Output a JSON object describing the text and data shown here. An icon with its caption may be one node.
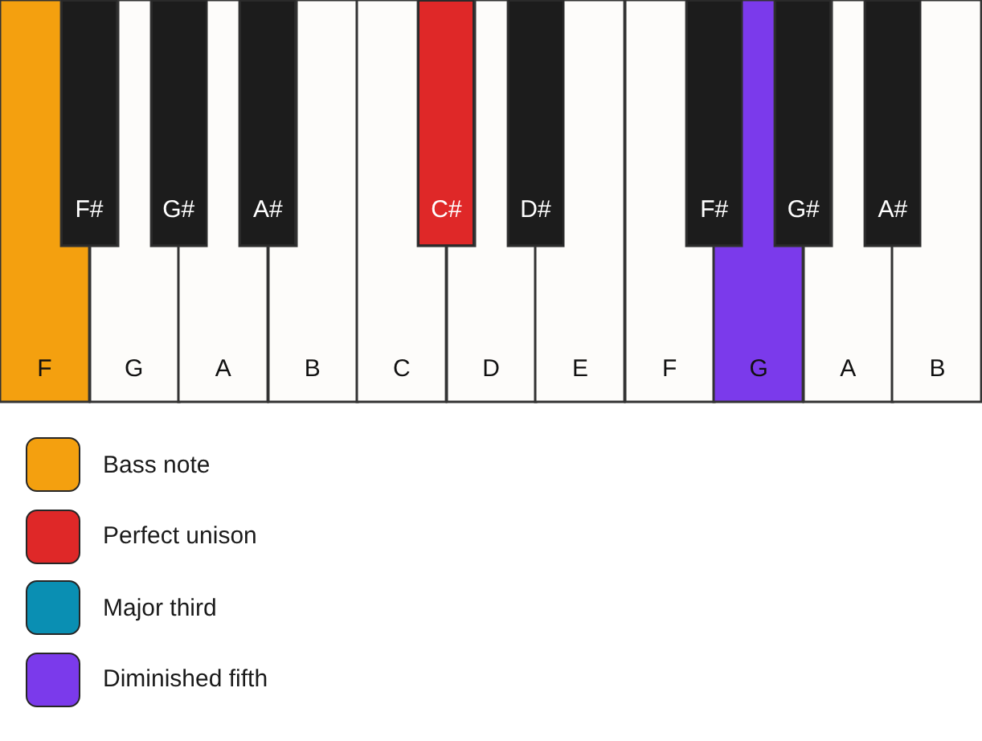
{
  "diagram": {
    "nodes": [
      {
        "text": [
          "F"
        ]
      },
      {
        "text": [
          "F#"
        ]
      },
      {
        "text": [
          "G"
        ]
      },
      {
        "text": [
          "G#"
        ]
      },
      {
        "text": [
          "A"
        ]
      },
      {
        "text": [
          "A#"
        ]
      },
      {
        "text": [
          "B"
        ]
      },
      {
        "text": [
          "C"
        ]
      },
      {
        "text": [
          "C#"
        ]
      },
      {
        "text": [
          "D"
        ]
      },
      {
        "text": [
          "D#"
        ]
      },
      {
        "text": [
          "E"
        ]
      },
      {
        "text": [
          "F"
        ]
      },
      {
        "text": [
          "F#"
        ]
      },
      {
        "text": [
          "G"
        ]
      },
      {
        "text": [
          "G#"
        ]
      },
      {
        "text": [
          "A"
        ]
      },
      {
        "text": [
          "A#"
        ]
      },
      {
        "text": [
          "B"
        ]
      }
    ],
    "legend": [
      {
        "text": "Bass note",
        "color": "#f4a00f"
      },
      {
        "text": "Perfect unison",
        "color": "#df2828"
      },
      {
        "text": "Major third",
        "color": "#0a8fb3"
      },
      {
        "text": "Diminished fifth",
        "color": "#7b3aeb"
      }
    ]
  }
}
